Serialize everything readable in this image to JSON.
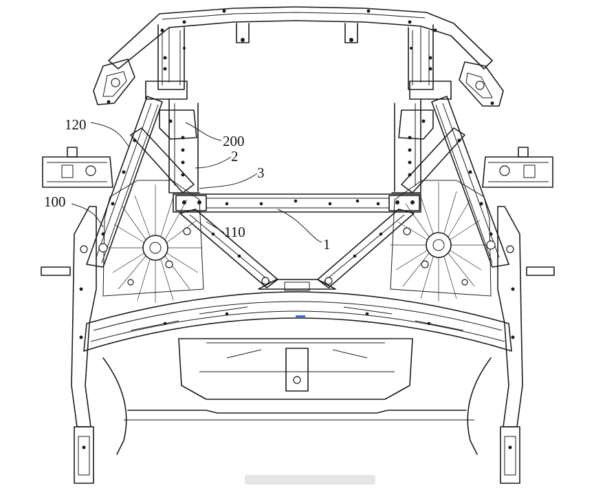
{
  "labels": {
    "l120": "120",
    "l200": "200",
    "l2": "2",
    "l3": "3",
    "l100": "100",
    "l110": "110",
    "l1": "1"
  },
  "colors": {
    "line": "#1a1a1a",
    "background": "#ffffff",
    "accent_mark": "#3a6fd8"
  }
}
